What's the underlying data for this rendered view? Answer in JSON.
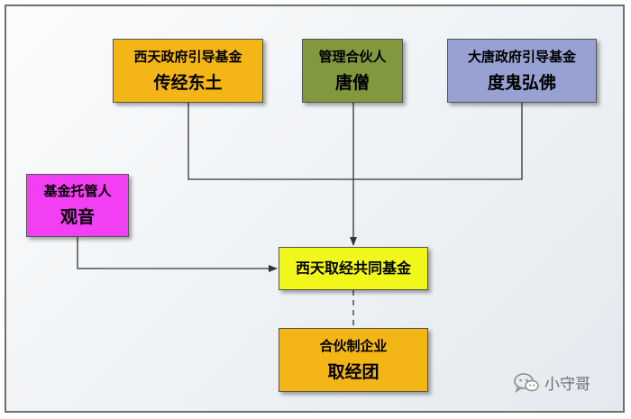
{
  "nodes": {
    "top_left": {
      "line1": "西天政府引导基金",
      "line2": "传经东土",
      "color": "#f4b616"
    },
    "top_center": {
      "line1": "管理合伙人",
      "line2": "唐僧",
      "color": "#82983f"
    },
    "top_right": {
      "line1": "大唐政府引导基金",
      "line2": "度鬼弘佛",
      "color": "#97a2d3"
    },
    "custodian": {
      "line1": "基金托管人",
      "line2": "观音",
      "color": "#f23ff3"
    },
    "fund": {
      "line1": "西天取经共同基金",
      "color": "#f1f71b"
    },
    "partnership": {
      "line1": "合伙制企业",
      "line2": "取经团",
      "color": "#f4b616"
    }
  },
  "watermark": {
    "text": "小守哥",
    "icon": "wechat-icon"
  }
}
